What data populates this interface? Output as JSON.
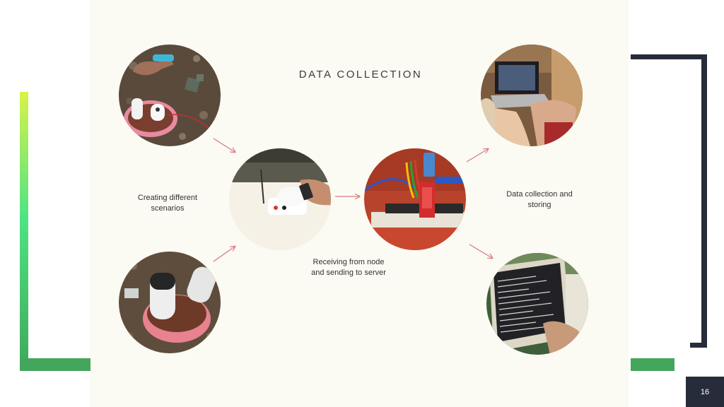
{
  "slide": {
    "title": "DATA COLLECTION",
    "page_number": "16"
  },
  "labels": {
    "creating": "Creating different scenarios",
    "receiving_line1": "Receiving from node",
    "receiving_line2": "and sending  to server",
    "collection": "Data collection and storing"
  },
  "images": [
    {
      "name": "sensor-in-pot-spray-photo",
      "description_icon": "photo"
    },
    {
      "name": "sensor-in-pot-photo",
      "description_icon": "photo"
    },
    {
      "name": "sensor-node-photo",
      "description_icon": "photo"
    },
    {
      "name": "gateway-board-photo",
      "description_icon": "photo"
    },
    {
      "name": "laptop-user-photo",
      "description_icon": "photo"
    },
    {
      "name": "terminal-screen-photo",
      "description_icon": "photo"
    }
  ],
  "colors": {
    "panel": "#fbfaf3",
    "green": "#44a65c",
    "dark": "#262c3a",
    "arrow": "#d97a7a"
  }
}
